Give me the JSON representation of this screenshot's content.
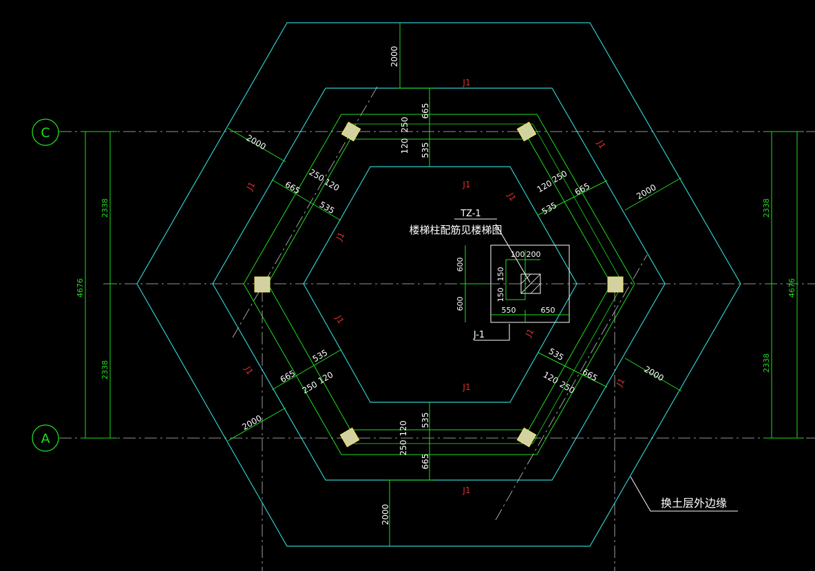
{
  "colors": {
    "background": "#000000",
    "hexagon": "#2ed0d0",
    "dimension": "#1ee01e",
    "dim_text": "#1ee01e",
    "axis": "#c8c8c8",
    "column": "#d2d2a0",
    "red_label": "#e03030",
    "white_text": "#ffffff"
  },
  "axes": [
    {
      "label": "C"
    },
    {
      "label": "A"
    }
  ],
  "dimensions": {
    "d2000": "2000",
    "d665": "665",
    "d535": "535",
    "d250": "250",
    "d120": "120",
    "d2338": "2338",
    "d4676": "4676",
    "d600": "600",
    "d150": "150",
    "d100": "100",
    "d200": "200",
    "d550": "550",
    "d650": "650"
  },
  "labels": {
    "j1": "J1",
    "tz1": "TZ-1",
    "stair_note": "楼梯柱配筋见楼梯图",
    "jdash1": "J-1",
    "soil_note": "换土层外边缘"
  }
}
